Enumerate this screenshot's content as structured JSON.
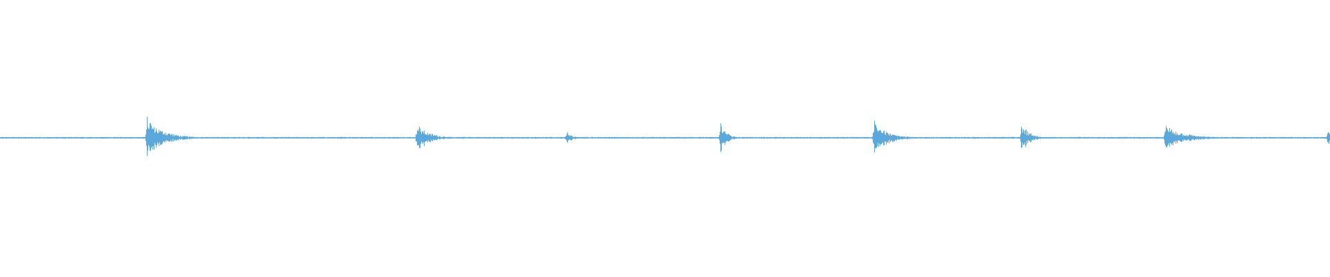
{
  "waveform": {
    "background_color": "#ffffff",
    "wave_color": "#5aa8dc",
    "baseline_color": "#5aa8dc",
    "bursts": [
      {
        "position": 0.1103,
        "amplitude": 0.145,
        "decay": 0.034
      },
      {
        "position": 0.3135,
        "amplitude": 0.095,
        "decay": 0.026
      },
      {
        "position": 0.4258,
        "amplitude": 0.045,
        "decay": 0.012
      },
      {
        "position": 0.5417,
        "amplitude": 0.12,
        "decay": 0.012
      },
      {
        "position": 0.657,
        "amplitude": 0.12,
        "decay": 0.028
      },
      {
        "position": 0.768,
        "amplitude": 0.11,
        "decay": 0.016
      },
      {
        "position": 0.876,
        "amplitude": 0.09,
        "decay": 0.04
      },
      {
        "position": 0.9985,
        "amplitude": 0.06,
        "decay": 0.004
      }
    ]
  }
}
